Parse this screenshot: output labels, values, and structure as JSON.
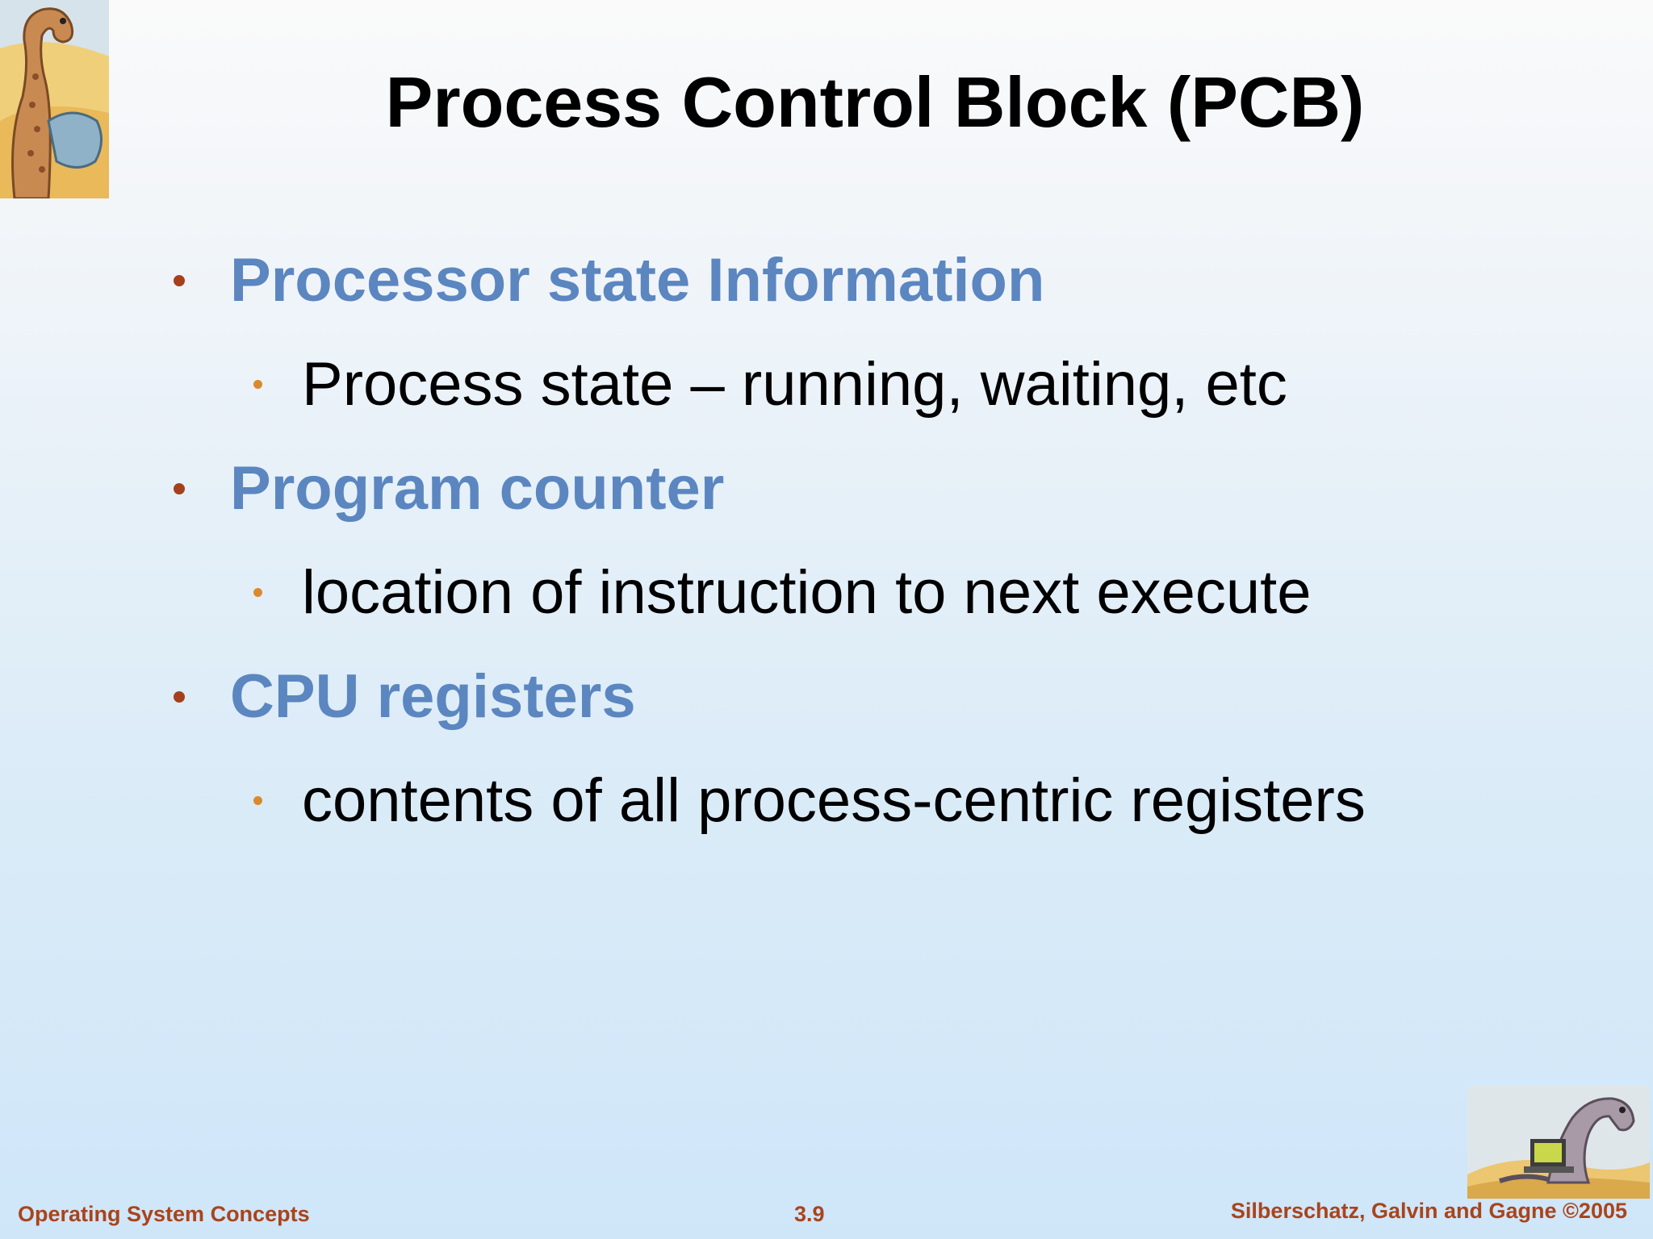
{
  "slide": {
    "title": "Process Control Block (PCB)",
    "bullets": [
      {
        "level": 1,
        "text": "Processor state Information"
      },
      {
        "level": 2,
        "text": "Process state – running, waiting, etc"
      },
      {
        "level": 1,
        "text": "Program counter"
      },
      {
        "level": 2,
        "text": "location of instruction to next execute"
      },
      {
        "level": 1,
        "text": "CPU registers"
      },
      {
        "level": 2,
        "text": "contents of all process-centric registers"
      }
    ]
  },
  "footer": {
    "left": "Operating System Concepts",
    "center": "3.9",
    "right": "Silberschatz, Galvin and Gagne ©2005"
  },
  "colors": {
    "title": "#000000",
    "level1_text": "#5b86c0",
    "level1_bullet": "#a4401c",
    "level2_text": "#000000",
    "level2_bullet": "#d98a2e",
    "footer_text": "#a9441b"
  },
  "icons": {
    "top_logo": "dinosaur-reading-logo-icon",
    "bottom_logo": "dinosaur-laptop-logo-icon"
  }
}
